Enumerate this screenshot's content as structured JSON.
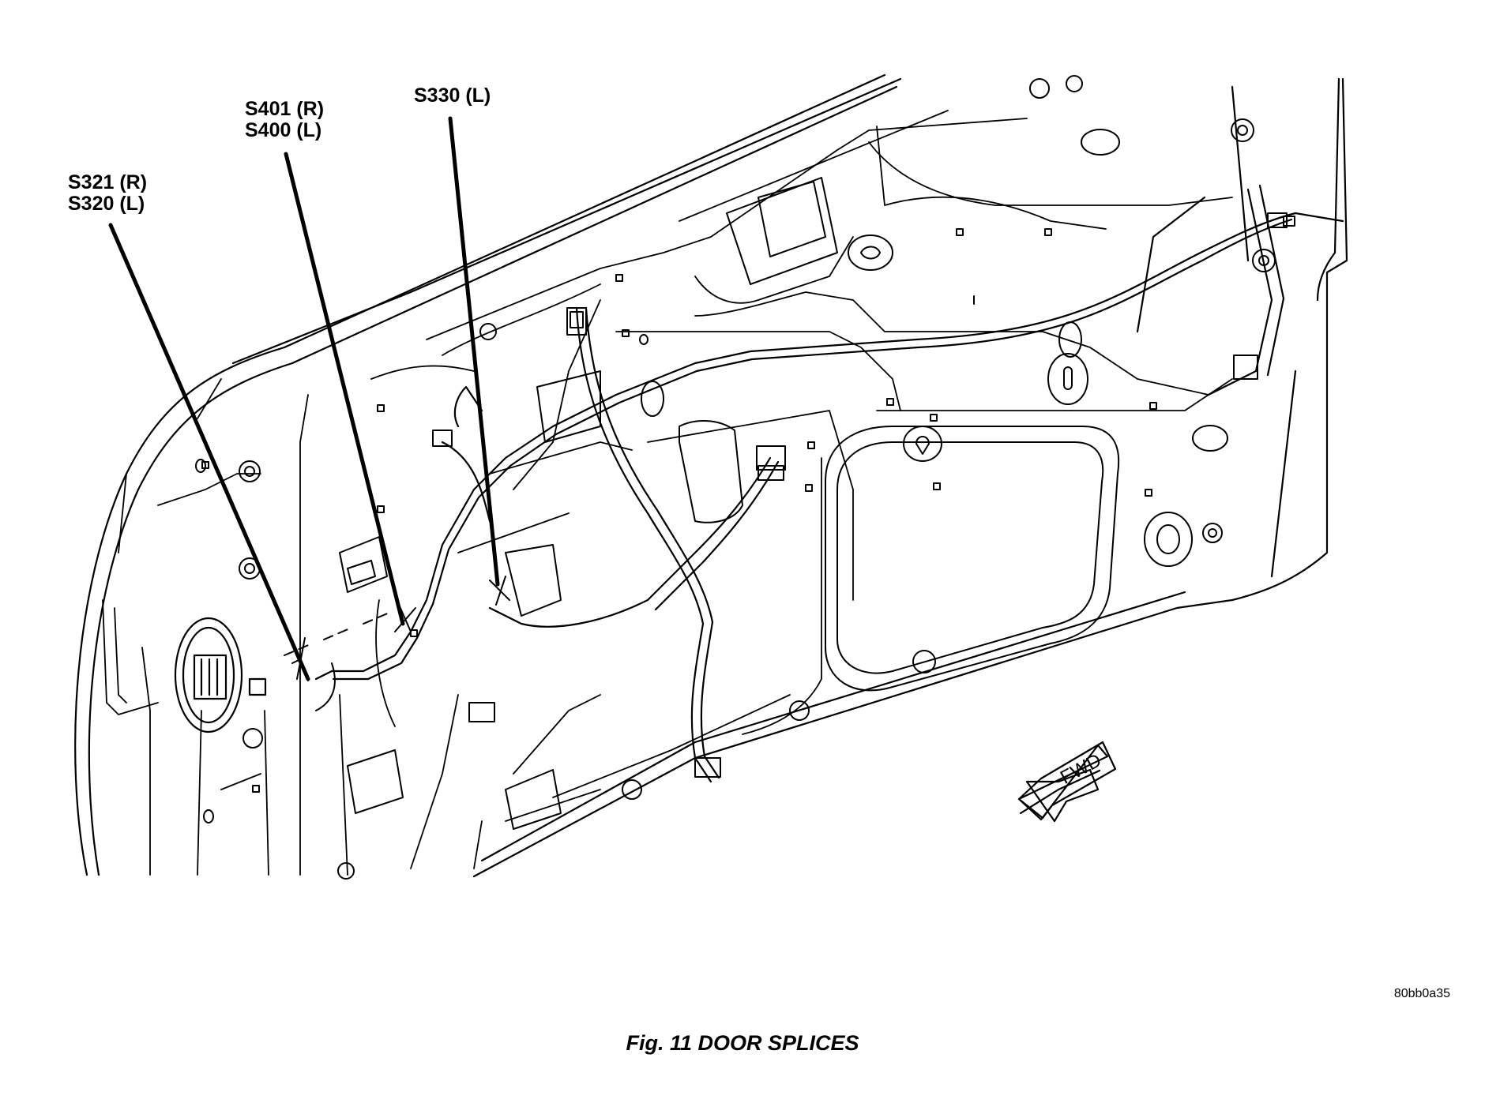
{
  "callouts": [
    {
      "id": "s321",
      "lines": [
        "S321 (R)",
        "S320 (L)"
      ]
    },
    {
      "id": "s401",
      "lines": [
        "S401 (R)",
        "S400 (L)"
      ]
    },
    {
      "id": "s330",
      "lines": [
        "S330 (L)"
      ]
    }
  ],
  "direction_label": "FWD",
  "image_code": "80bb0a35",
  "caption": "Fig. 11 DOOR SPLICES"
}
